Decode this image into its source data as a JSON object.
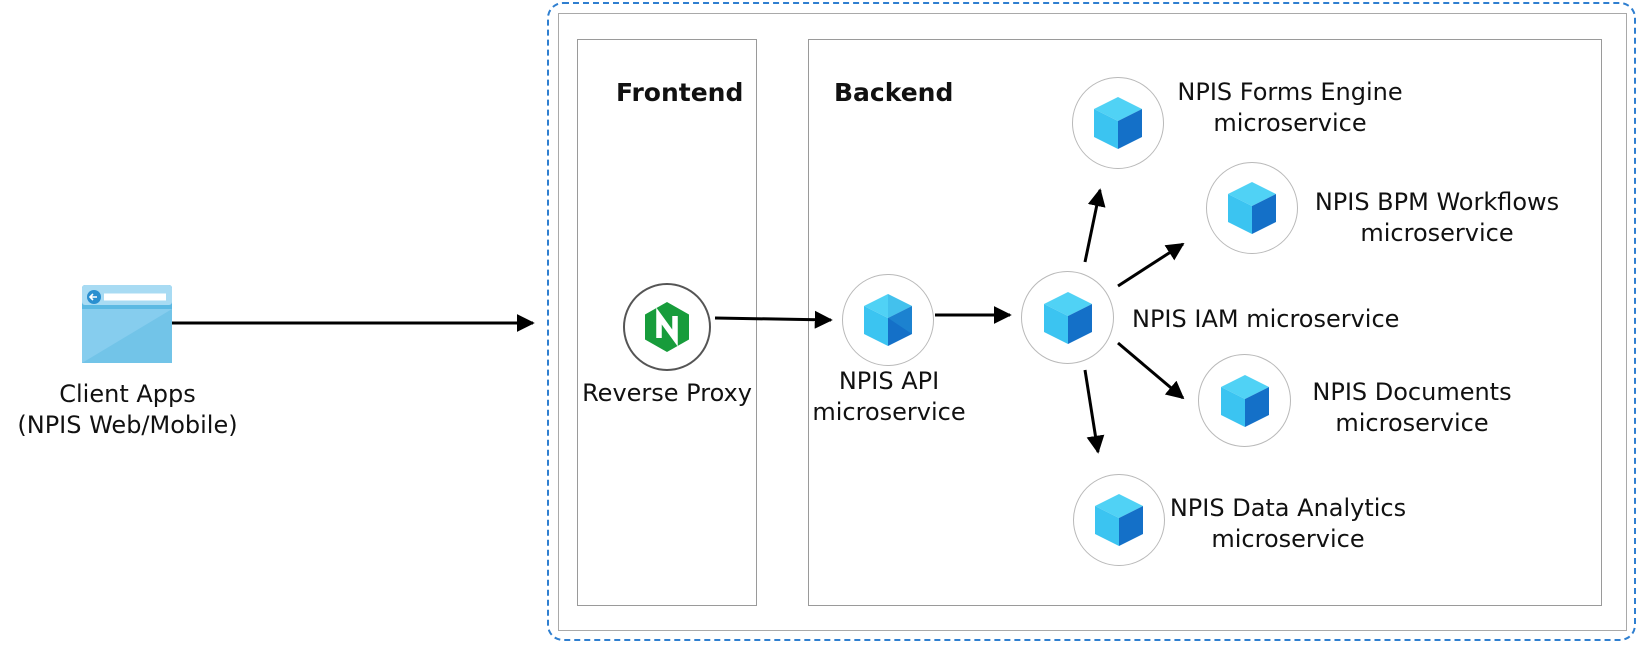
{
  "client": {
    "line1": "Client Apps",
    "line2": "(NPIS Web/Mobile)",
    "icon": "browser-window-icon"
  },
  "frontend": {
    "heading": "Frontend",
    "proxy_label": "Reverse Proxy",
    "icon": "nginx-icon"
  },
  "backend": {
    "heading": "Backend"
  },
  "services": {
    "api": {
      "line1": "NPIS API",
      "line2": "microservice"
    },
    "forms": {
      "line1": "NPIS Forms Engine",
      "line2": "microservice"
    },
    "bpm": {
      "line1": "NPIS BPM Workflows",
      "line2": "microservice"
    },
    "iam": {
      "line1": "NPIS IAM microservice"
    },
    "documents": {
      "line1": "NPIS Documents",
      "line2": "microservice"
    },
    "analytics": {
      "line1": "NPIS Data Analytics",
      "line2": "microservice"
    }
  },
  "colors": {
    "boundary": "#2f7fd0",
    "cube_light": "#50d2f5",
    "cube_mid": "#2aa3e0",
    "cube_dark": "#1470c8",
    "nginx": "#179c3b"
  }
}
